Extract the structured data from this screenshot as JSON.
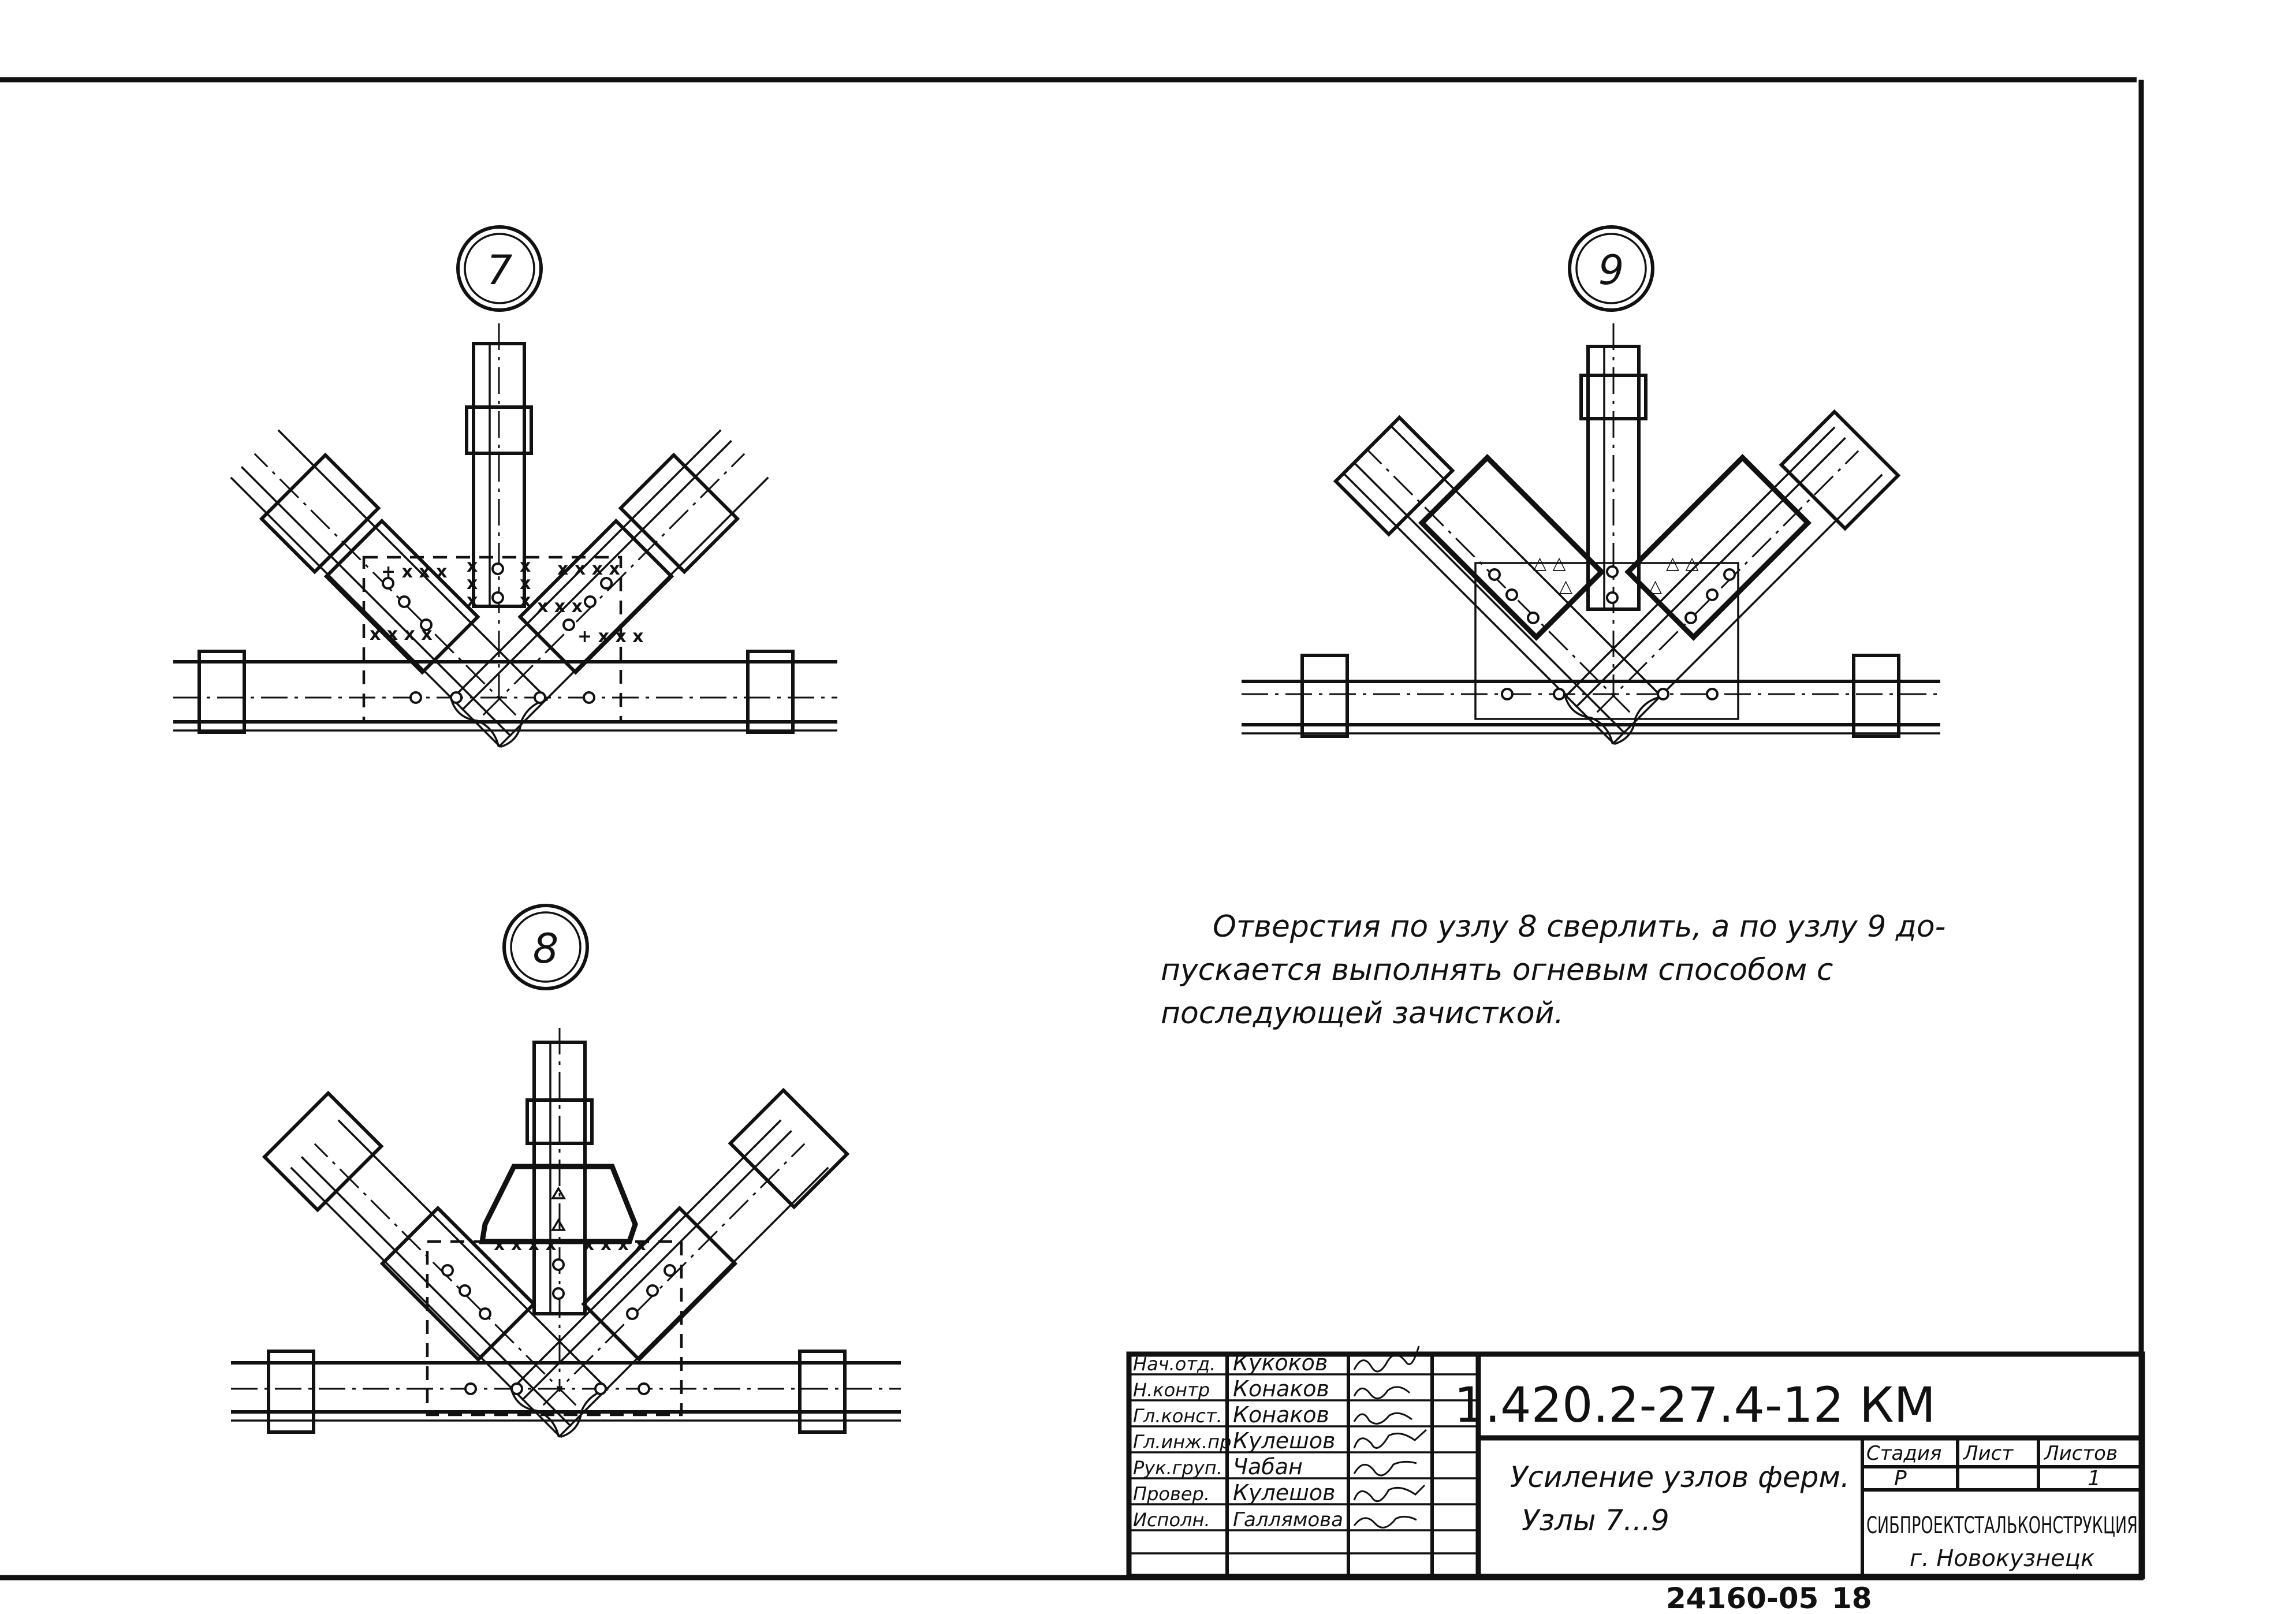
{
  "nodes": [
    {
      "label": "7"
    },
    {
      "label": "9"
    },
    {
      "label": "8"
    }
  ],
  "note": {
    "line1": "Отверстия  по узлу 8 сверлить, а по узлу 9 до-",
    "line2": "пускается  выполнять огневым  способом  с",
    "line3": "последующей  зачисткой."
  },
  "title_block": {
    "roles": [
      "Нач.отд.",
      "Н.контр",
      "Гл.конст.",
      "Гл.инж.пр",
      "Рук.груп.",
      "Провер.",
      "Исполн."
    ],
    "names": [
      "Кукоков",
      "Конаков",
      "Конаков",
      "Кулешов",
      "Чабан",
      "Кулешов",
      "Галлямова"
    ],
    "code": "1.420.2-27.4-12 КМ",
    "sheet_title_line1": "Усиление узлов ферм.",
    "sheet_title_line2": "Узлы 7...9",
    "col_stage": "Стадия",
    "col_sheet": "Лист",
    "col_sheets": "Листов",
    "stage": "Р",
    "sheet": "",
    "sheets": "1",
    "org": "СИБПРОЕКТСТАЛЬКОНСТРУКЦИЯ",
    "city": "г. Новокузнецк"
  },
  "footer": {
    "archive_number": "24160-05",
    "page_number": "18"
  }
}
